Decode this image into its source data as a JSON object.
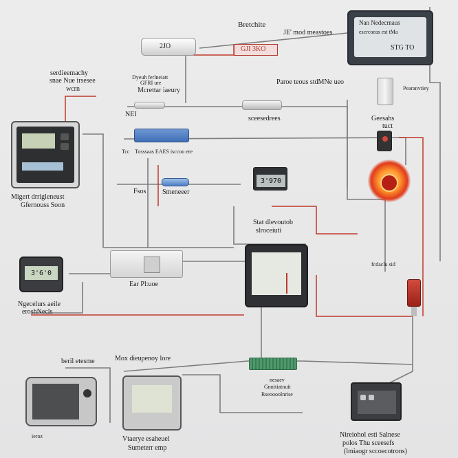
{
  "diagram": {
    "colors": {
      "wire_gray": "#7d7d7d",
      "wire_red": "#c0392b",
      "device_dark": "#2b2b2b",
      "lcd_green": "#c8d2b8",
      "accent_blue": "#3f6fb5"
    },
    "labels": {
      "top_center_heading": "Bretchite",
      "top_center_sub": "JE' mod meastoes",
      "red_code": "GJI 3KO",
      "tube_value": "2JO",
      "top_right_monitor_title": "Nan Nedecrnaus",
      "top_right_monitor_sub": "escrcoeas est tMa",
      "top_right_monitor_value": "STG TO",
      "left_top_line1": "serdieemachy",
      "left_top_line2": "snae Nue irsesee",
      "left_top_line3": "wcrn",
      "center_top_line1": "Dyeuh ferlneiatt",
      "center_top_line2": "GFRI ure",
      "center_top_line3": "Mcrettar iaeury",
      "mid_arrow_left": "NEI",
      "right_mid_caption": "Paroe teous stdMNe ueo",
      "right_clamp_label": "Pearanvtiey",
      "sensor_label1": "Geesahs",
      "sensor_label2": "tuct",
      "pipe_label": "sceesedrees",
      "lcd_left_label_line1": "Migert drrigleneust",
      "lcd_left_label_line2": "Gfernouss Soon",
      "lcd_left_display": "",
      "blue_bar_caption": "Tosssaas  EAES isccoo ere",
      "blue_bar_left": "Tcc",
      "fuse_label": "Fsos",
      "fuse_right_label": "Smeneeer",
      "meter_value": "3'970",
      "center_right_line1": "Stat dlevoutob",
      "center_right_line2": "slroceiuti",
      "small_meter_value": "3'6'0",
      "small_meter_label1": "Ngecelurs aeile",
      "small_meter_label2": "eroshNecls",
      "mid_box_label": "Ear Pl:uoe",
      "bottom_left_label": "beril etesme",
      "bottom_cent_label": "Mox dieupenoy lore",
      "bottom_cent_label2": "Vtaerye esaheuel",
      "bottom_cent_label3": "Sumeterr emp",
      "pcb_label1": "nesaev",
      "pcb_label2": "Gnnitiatnuit",
      "pcb_label3": "Rseoooolnrise",
      "bottom_right_label1": "Nireiohol esti Salnese",
      "bottom_right_label2": "polos  Thu sceesefs",
      "bottom_right_label3": "(lmiaogr sccoecotrons)",
      "tiny_box_label": "fcdaclu sid",
      "small_ref": "ieroz"
    }
  }
}
